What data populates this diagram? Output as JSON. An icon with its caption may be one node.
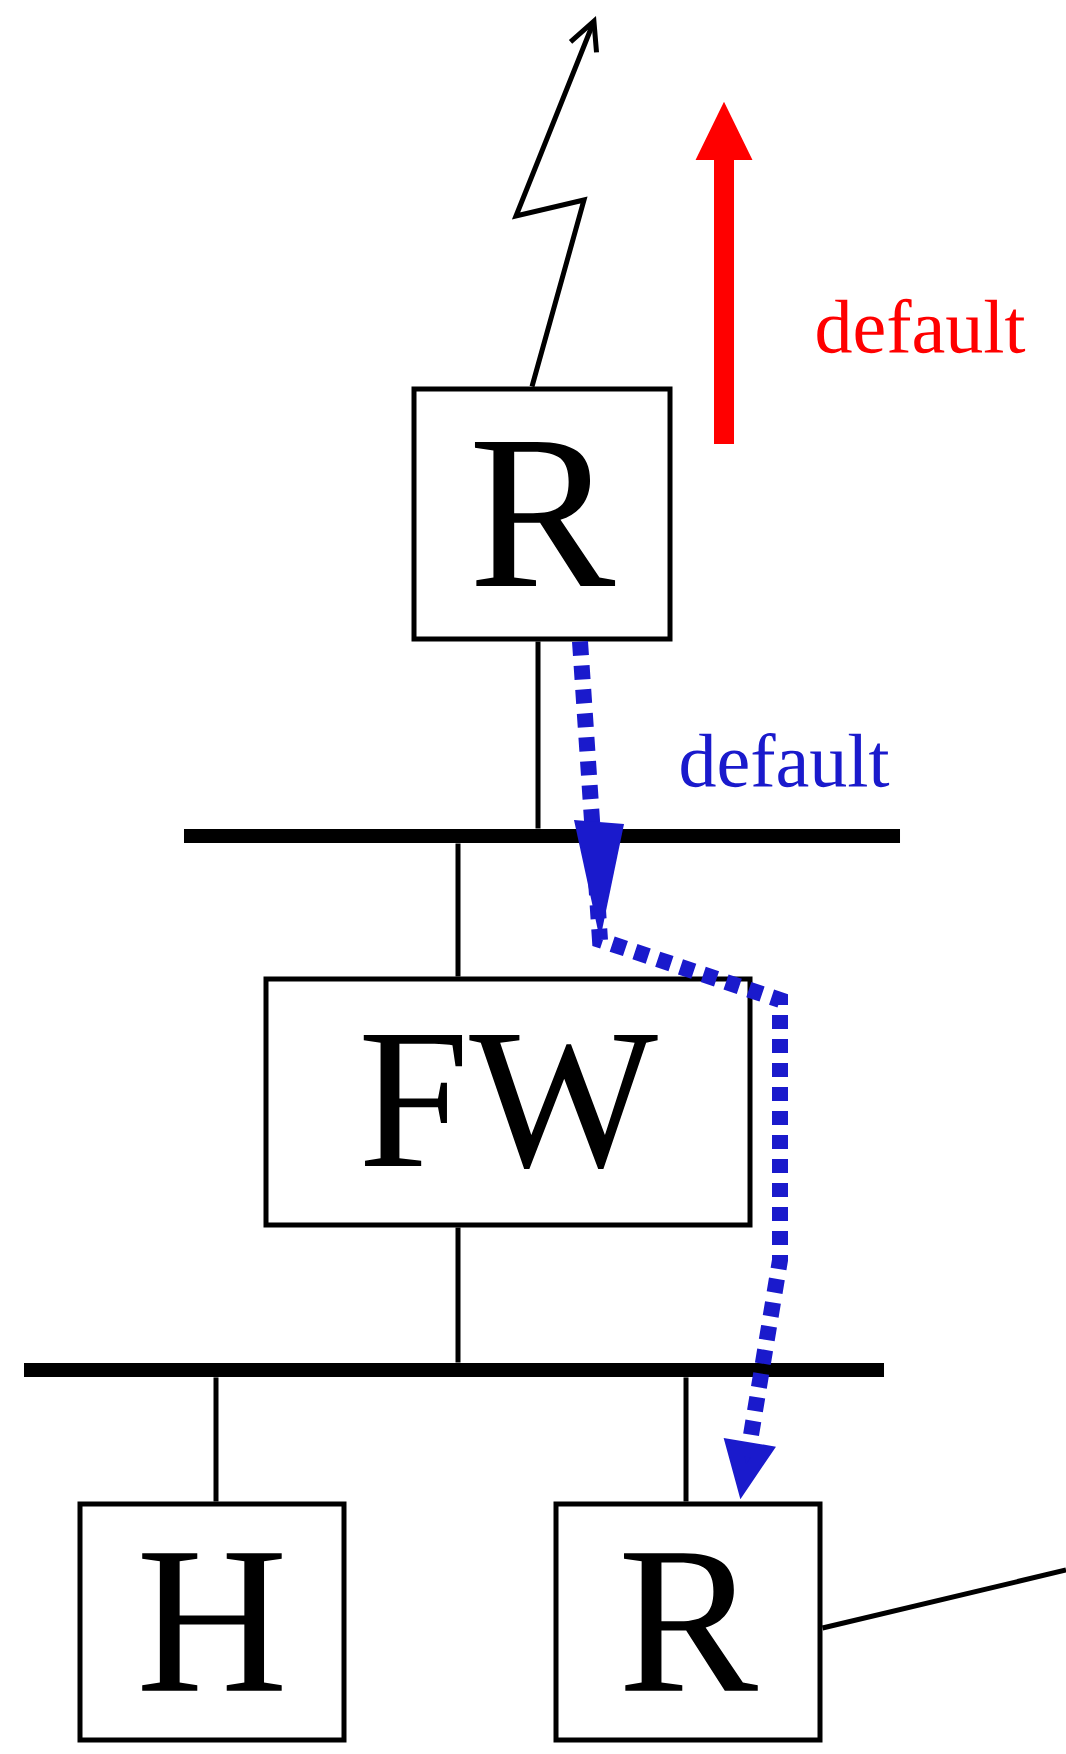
{
  "diagram": {
    "nodes": [
      {
        "text": [
          "R"
        ]
      },
      {
        "text": [],
        "shape": "bar"
      },
      {
        "text": [
          "FW"
        ]
      },
      {
        "text": [],
        "shape": "bar"
      },
      {
        "text": [
          "H"
        ]
      },
      {
        "text": [
          "R"
        ]
      }
    ],
    "edges": [
      {
        "from": 0,
        "to": 1,
        "arrow": "none"
      },
      {
        "from": 1,
        "to": 2,
        "arrow": "none"
      },
      {
        "from": 2,
        "to": 3,
        "arrow": "none"
      },
      {
        "from": 3,
        "to": 4,
        "arrow": "none"
      },
      {
        "from": 3,
        "to": 5,
        "arrow": "none"
      },
      {
        "from": 0,
        "to": null,
        "arrow": "to"
      },
      {
        "from": 5,
        "to": null,
        "arrow": "none"
      },
      {
        "from": 0,
        "to": 5,
        "arrow": "to",
        "label": "default",
        "style": "dashed",
        "color": "#1a1acc"
      }
    ],
    "labels": [
      "default"
    ]
  }
}
